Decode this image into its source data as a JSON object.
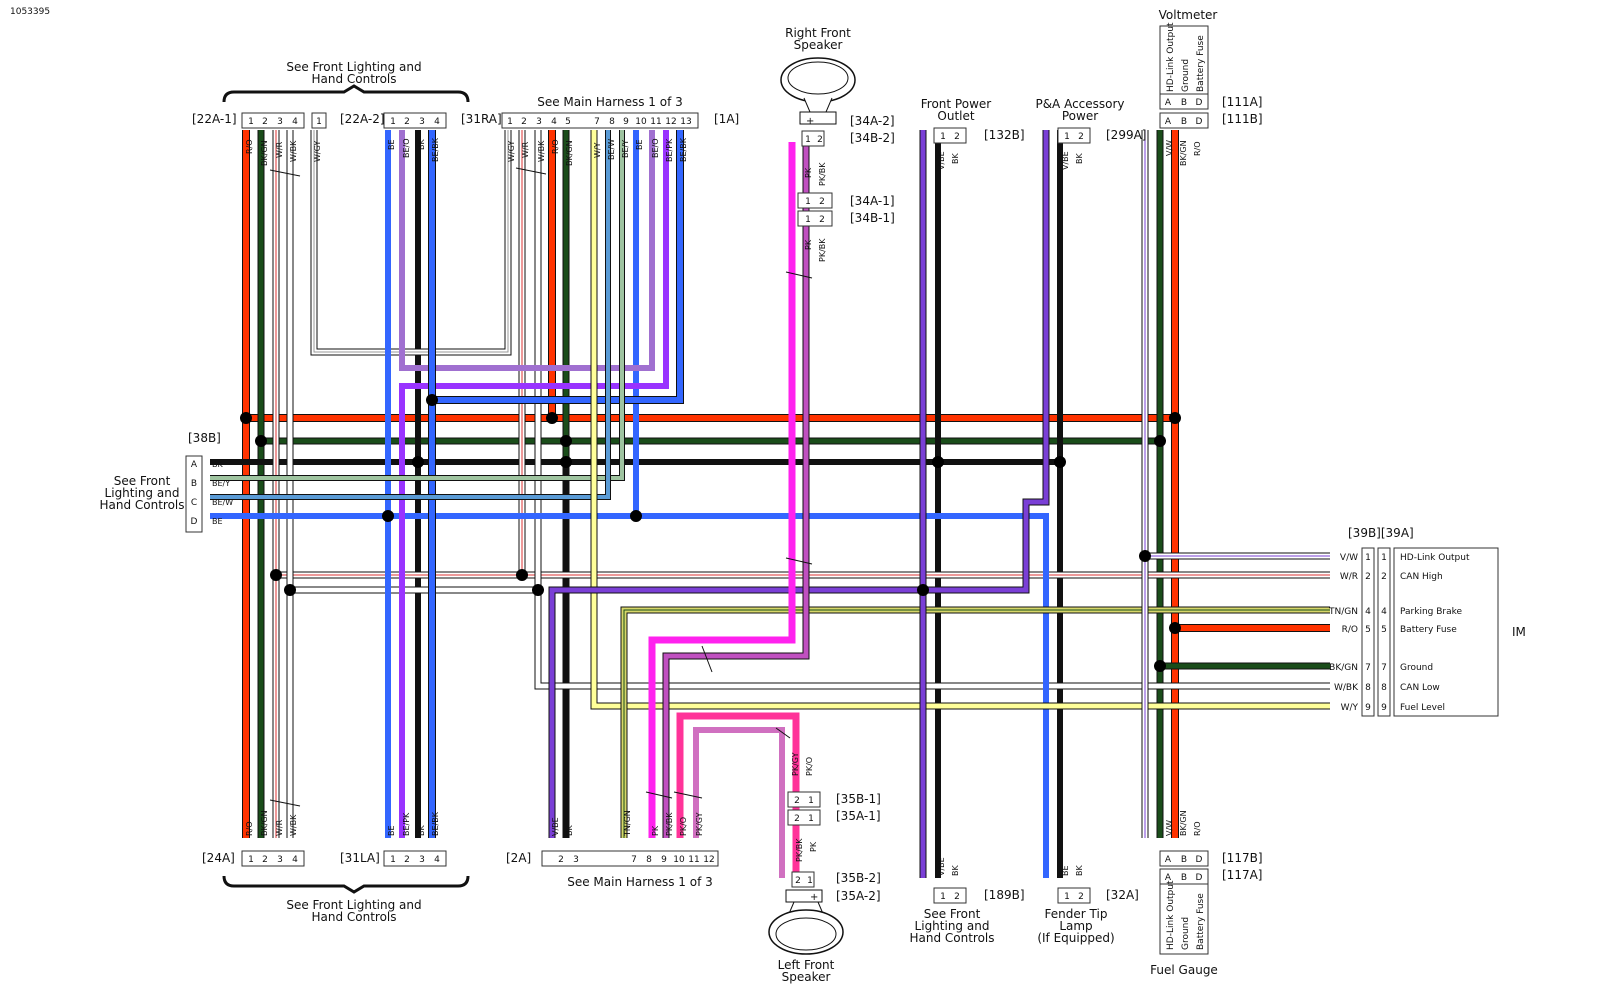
{
  "doc_id": "1053395",
  "colors": {
    "R/O": "#ff3300",
    "BK/GN": "#1a4d1a",
    "W/R": "#ffffff",
    "W/BK": "#ffffff",
    "W/GY": "#ffffff",
    "BE": "#3366ff",
    "BE/O": "#a070d0",
    "BK": "#111111",
    "BE/BK": "#3366ff",
    "W/Y": "#ffffff",
    "BE/W": "#5a9bd6",
    "BE/Y": "#9fc4a0",
    "BE/PK": "#9933ff",
    "PK": "#ff22ee",
    "PK/BK": "#d070d0",
    "V/BE": "#7a3fd6",
    "BE/PK2": "#9933ff",
    "PK/O": "#ff3399",
    "PK/GY": "#d070c0",
    "TN/GN": "#b0b000",
    "V/W": "#ffffff"
  },
  "labels": {
    "see_front_lighting_top_1": "See Front Lighting and",
    "see_front_lighting_top_2": "Hand Controls",
    "see_main_top": "See Main Harness 1 of 3",
    "right_front_speaker_1": "Right Front",
    "right_front_speaker_2": "Speaker",
    "front_power_outlet_1": "Front Power",
    "front_power_outlet_2": "Outlet",
    "pa_accessory_1": "P&A Accessory",
    "pa_accessory_2": "Power",
    "voltmeter": "Voltmeter",
    "hd_link_output": "HD-Link Output",
    "ground": "Ground",
    "battery_fuse": "Battery Fuse",
    "see_front_lighting_left_1": "See Front",
    "see_front_lighting_left_2": "Lighting and",
    "see_front_lighting_left_3": "Hand Controls",
    "see_front_lighting_bottom_1": "See Front Lighting and",
    "see_front_lighting_bottom_2": "Hand Controls",
    "see_main_bottom": "See Main Harness 1 of 3",
    "left_front_speaker_1": "Left Front",
    "left_front_speaker_2": "Speaker",
    "see_front_lighting_189_1": "See Front",
    "see_front_lighting_189_2": "Lighting and",
    "see_front_lighting_189_3": "Hand Controls",
    "fender_tip_1": "Fender Tip",
    "fender_tip_2": "Lamp",
    "fender_tip_3": "(If Equipped)",
    "fuel_gauge": "Fuel Gauge",
    "im": "IM",
    "plus": "+"
  },
  "connectors": {
    "c22A1": "[22A-1]",
    "c22A2": "[22A-2]",
    "c31RA": "[31RA]",
    "c1A": "[1A]",
    "c34A2": "[34A-2]",
    "c34B2": "[34B-2]",
    "c34A1": "[34A-1]",
    "c34B1": "[34B-1]",
    "c132B": "[132B]",
    "c299A": "[299A]",
    "c111A": "[111A]",
    "c111B": "[111B]",
    "c38B": "[38B]",
    "c39B39A": "[39B][39A]",
    "c24A": "[24A]",
    "c31LA": "[31LA]",
    "c2A": "[2A]",
    "c35B1": "[35B-1]",
    "c35A1": "[35A-1]",
    "c35B2": "[35B-2]",
    "c35A2": "[35A-2]",
    "c189B": "[189B]",
    "c32A": "[32A]",
    "c117B": "[117B]",
    "c117A": "[117A]"
  },
  "wire_labels": {
    "ro": "R/O",
    "bkgn": "BK/GN",
    "wr": "W/R",
    "wbk": "W/BK",
    "wgy": "W/GY",
    "be": "BE",
    "beo": "BE/O",
    "bk": "BK",
    "bebk": "BE/BK",
    "wy": "W/Y",
    "bew": "BE/W",
    "bey": "BE/Y",
    "bepk": "BE/PK",
    "pk": "PK",
    "pkbk": "PK/BK",
    "vbe": "V/BE",
    "pko": "PK/O",
    "pkgy": "PK/GY",
    "tngn": "TN/GN",
    "vw": "V/W"
  },
  "pins": {
    "p1": "1",
    "p2": "2",
    "p3": "3",
    "p4": "4",
    "p5": "5",
    "p7": "7",
    "p8": "8",
    "p9": "9",
    "p10": "10",
    "p11": "11",
    "p12": "12",
    "p13": "13",
    "pA": "A",
    "pB": "B",
    "pC": "C",
    "pD": "D"
  },
  "im_pins": [
    {
      "pin": "1",
      "name": "HD-Link Output",
      "wire": "V/W"
    },
    {
      "pin": "2",
      "name": "CAN High",
      "wire": "W/R"
    },
    {
      "pin": "4",
      "name": "Parking Brake",
      "wire": "TN/GN"
    },
    {
      "pin": "5",
      "name": "Battery Fuse",
      "wire": "R/O"
    },
    {
      "pin": "7",
      "name": "Ground",
      "wire": "BK/GN"
    },
    {
      "pin": "8",
      "name": "CAN Low",
      "wire": "W/BK"
    },
    {
      "pin": "9",
      "name": "Fuel Level",
      "wire": "W/Y"
    }
  ]
}
